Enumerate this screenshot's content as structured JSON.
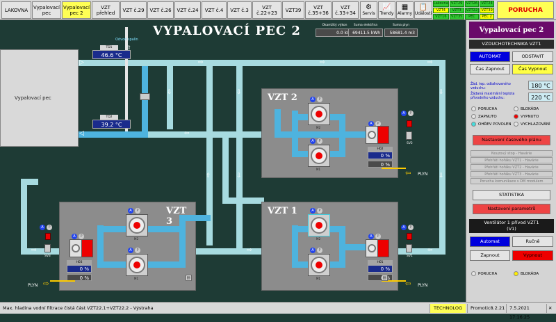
{
  "topbar": {
    "buttons": [
      {
        "label": "LAKOVNA"
      },
      {
        "label": "Vypalovací pec"
      },
      {
        "label": "Vypalovací pec 2"
      },
      {
        "label": "VZT přehled"
      },
      {
        "label": "VZT č.29"
      },
      {
        "label": "VZT č.26"
      },
      {
        "label": "VZT č.24"
      },
      {
        "label": "VZT č.4"
      },
      {
        "label": "VZT č.3"
      },
      {
        "label": "VZT č.22+23"
      },
      {
        "label": "VZT39"
      },
      {
        "label": "VZT č.35+36"
      },
      {
        "label": "VZT č.33+34"
      }
    ],
    "tools": [
      {
        "label": "Servis",
        "icon": "wrench-icon",
        "glyph": "⚙"
      },
      {
        "label": "Trendy",
        "icon": "trend-chart-icon",
        "glyph": "📈"
      },
      {
        "label": "Alarmy",
        "icon": "alarm-grid-icon",
        "glyph": "▦"
      },
      {
        "label": "Události",
        "icon": "events-icon",
        "glyph": "📋"
      }
    ],
    "status_grid": [
      "Lakovna",
      "VZT29",
      "VZT26",
      "VZT24",
      "VZT4",
      "VZT3",
      "VZT22",
      "VZT39",
      "VZT16",
      "VZT35",
      "PEC",
      "PEC 2"
    ],
    "porucha": "PORUCHA"
  },
  "main": {
    "title": "VYPALOVACÍ  PEC 2",
    "info": [
      {
        "label": "Okamžitý výkon",
        "value": "0.0 kW"
      },
      {
        "label": "Suma elektřina",
        "value": "69411.5 kWh"
      },
      {
        "label": "Suma plyn",
        "value": "58681.4 m3"
      }
    ],
    "furnace_label": "Vypalovací pec",
    "exhaust_label": "Odvod spalin",
    "td1": {
      "label": "TD1",
      "value": "46.6 °C"
    },
    "td2": {
      "label": "TD2",
      "value": "39.2 °C"
    },
    "units": [
      {
        "name": "VZT 2",
        "hlabel": "H02",
        "v1": "0 %",
        "v2": "0 %",
        "sv": "SV2"
      },
      {
        "name": "VZT 3",
        "hlabel": "H03",
        "v1": "0 %",
        "v2": "0 %",
        "sv": "SV3"
      },
      {
        "name": "VZT 1",
        "hlabel": "H01",
        "v1": "0 %",
        "v2": "0 %",
        "sv": "SV1"
      }
    ],
    "auto_label": "A",
    "manual_label": "P",
    "fan_labels": [
      "M2",
      "M1"
    ],
    "gas_label": "PLYN"
  },
  "panel": {
    "title": "Vypalovací pec 2",
    "subtitle": "VZDUCHOTECHNIKA VZT1",
    "buttons": {
      "automat": "AUTOMAT",
      "odstavit": "ODSTAVIT",
      "cas_zapnout": "Čas Zapnout",
      "cas_vypnout": "Čas Vypnout",
      "schedule": "Nastavení časového plánu",
      "statistika": "STATISTIKA",
      "params": "Nastavení parametrů"
    },
    "setpoint1_label": "Žád. tep. odtahovaného vzduchu:",
    "setpoint1_value": "180 °C",
    "setpoint2_label": "Žádaná maximální teplota přívodního vzduchu:",
    "setpoint2_value": "220 °C",
    "signals": [
      {
        "label": "PORUCHA",
        "state": "off"
      },
      {
        "label": "BLOKÁDA",
        "state": "off"
      },
      {
        "label": "ZAPNUTO",
        "state": "off"
      },
      {
        "label": "VYPNUTO",
        "state": "red"
      },
      {
        "label": "OHŘEV POVOLEN",
        "state": "cyan"
      },
      {
        "label": "VYCHLAZOVÁNÍ",
        "state": "off"
      }
    ],
    "alarms": [
      "Nouzový stop - Havárie",
      "Přehřátí hořáku VZT1 - Havárie",
      "Přehřátí hořáku VZT2 - Havárie",
      "Přehřátí hořáku VZT3 - Havárie",
      "Porucha komunikace s DM modulem"
    ],
    "fan_header": "Ventilátor 1 přívod VZT1",
    "fan_sub": "(V1)",
    "fan_buttons": {
      "automat": "Automat",
      "rucne": "Ručně",
      "zapnout": "Zapnout",
      "vypnout": "Vypnout"
    },
    "fan_signals": [
      {
        "label": "PORUCHA",
        "state": "off"
      },
      {
        "label": "BLOKÁDA",
        "state": "yel"
      }
    ]
  },
  "status_bar": {
    "message": "Max. hladina vodní filtrace čistá část VZT22.1+VZT22.2 - Výstraha",
    "technolog": "TECHNOLOG",
    "version": "Promotic8.2.21",
    "datetime": "7.5.2021  17:16:25",
    "close_glyph": "✕"
  },
  "colors": {
    "background": "#1e3b35",
    "pipe_light": "#a7dbe0",
    "pipe_dark": "#4eb3de",
    "unit_grey": "#8c8c8c",
    "alarm_red": "#ee0000",
    "title_purple": "#6a0a6a"
  }
}
